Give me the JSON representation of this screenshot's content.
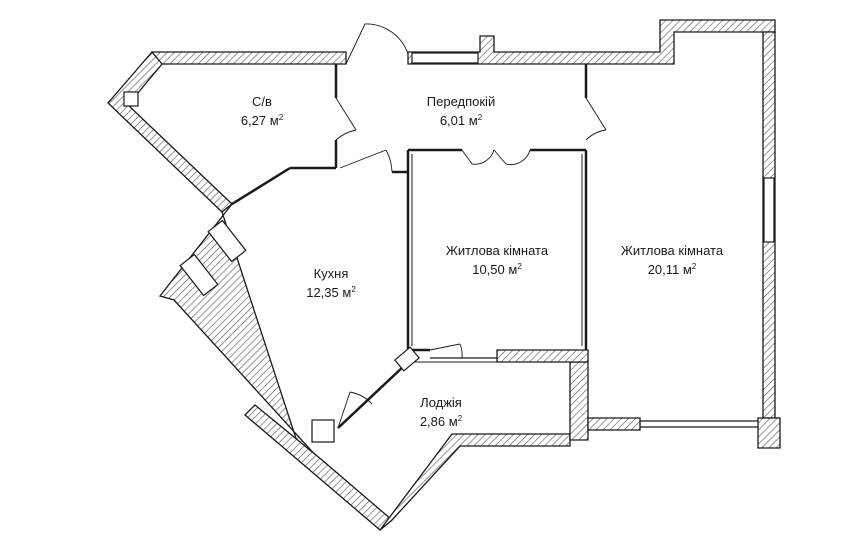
{
  "colors": {
    "wall_outline": "#1a1a1a",
    "wall_hatch": "#555555",
    "background": "#ffffff",
    "text": "#1a1a1a"
  },
  "area_unit": "м",
  "area_unit_exp": "2",
  "rooms": [
    {
      "id": "bathroom",
      "label": "С/в",
      "area": "6,27"
    },
    {
      "id": "hallway",
      "label": "Передпокій",
      "area": "6,01"
    },
    {
      "id": "kitchen",
      "label": "Кухня",
      "area": "12,35"
    },
    {
      "id": "living-1",
      "label": "Житлова кімната",
      "area": "10,50"
    },
    {
      "id": "living-2",
      "label": "Житлова кімната",
      "area": "20,11"
    },
    {
      "id": "loggia",
      "label": "Лоджія",
      "area": "2,86"
    }
  ]
}
